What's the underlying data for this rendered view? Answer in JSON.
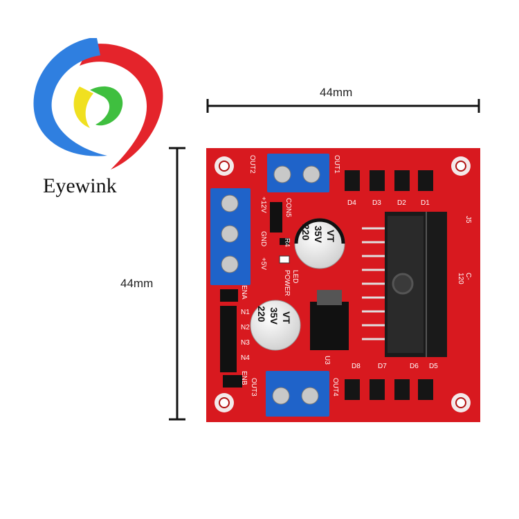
{
  "brand": {
    "name": "Eyewink"
  },
  "dimensions": {
    "width_label": "44mm",
    "height_label": "44mm"
  },
  "board": {
    "out_labels": [
      "OUT2",
      "OUT1",
      "OUT3",
      "OUT4"
    ],
    "power_labels": [
      "+12V",
      "GND",
      "+5V"
    ],
    "con5": "CON5",
    "r4": "R4",
    "led": "LED",
    "power": "POWER",
    "ena": "ENA",
    "enb": "ENB",
    "inputs": [
      "N1",
      "N2",
      "N3",
      "N4"
    ],
    "diodes_top": [
      "D4",
      "D3",
      "D2",
      "D1"
    ],
    "diodes_bottom": [
      "D8",
      "D7",
      "D6",
      "D5"
    ],
    "u3": "U3",
    "cap_value": "220",
    "cap_voltage": "35V",
    "cap_type": "VT",
    "ic_label": "C-120",
    "u5": "J5"
  },
  "colors": {
    "pcb": "#d8191f",
    "terminal": "#1f63c9",
    "logo_red": "#e4242b",
    "logo_blue": "#2f7fe0",
    "logo_yellow": "#f0e020",
    "logo_green": "#3fbf3f"
  }
}
